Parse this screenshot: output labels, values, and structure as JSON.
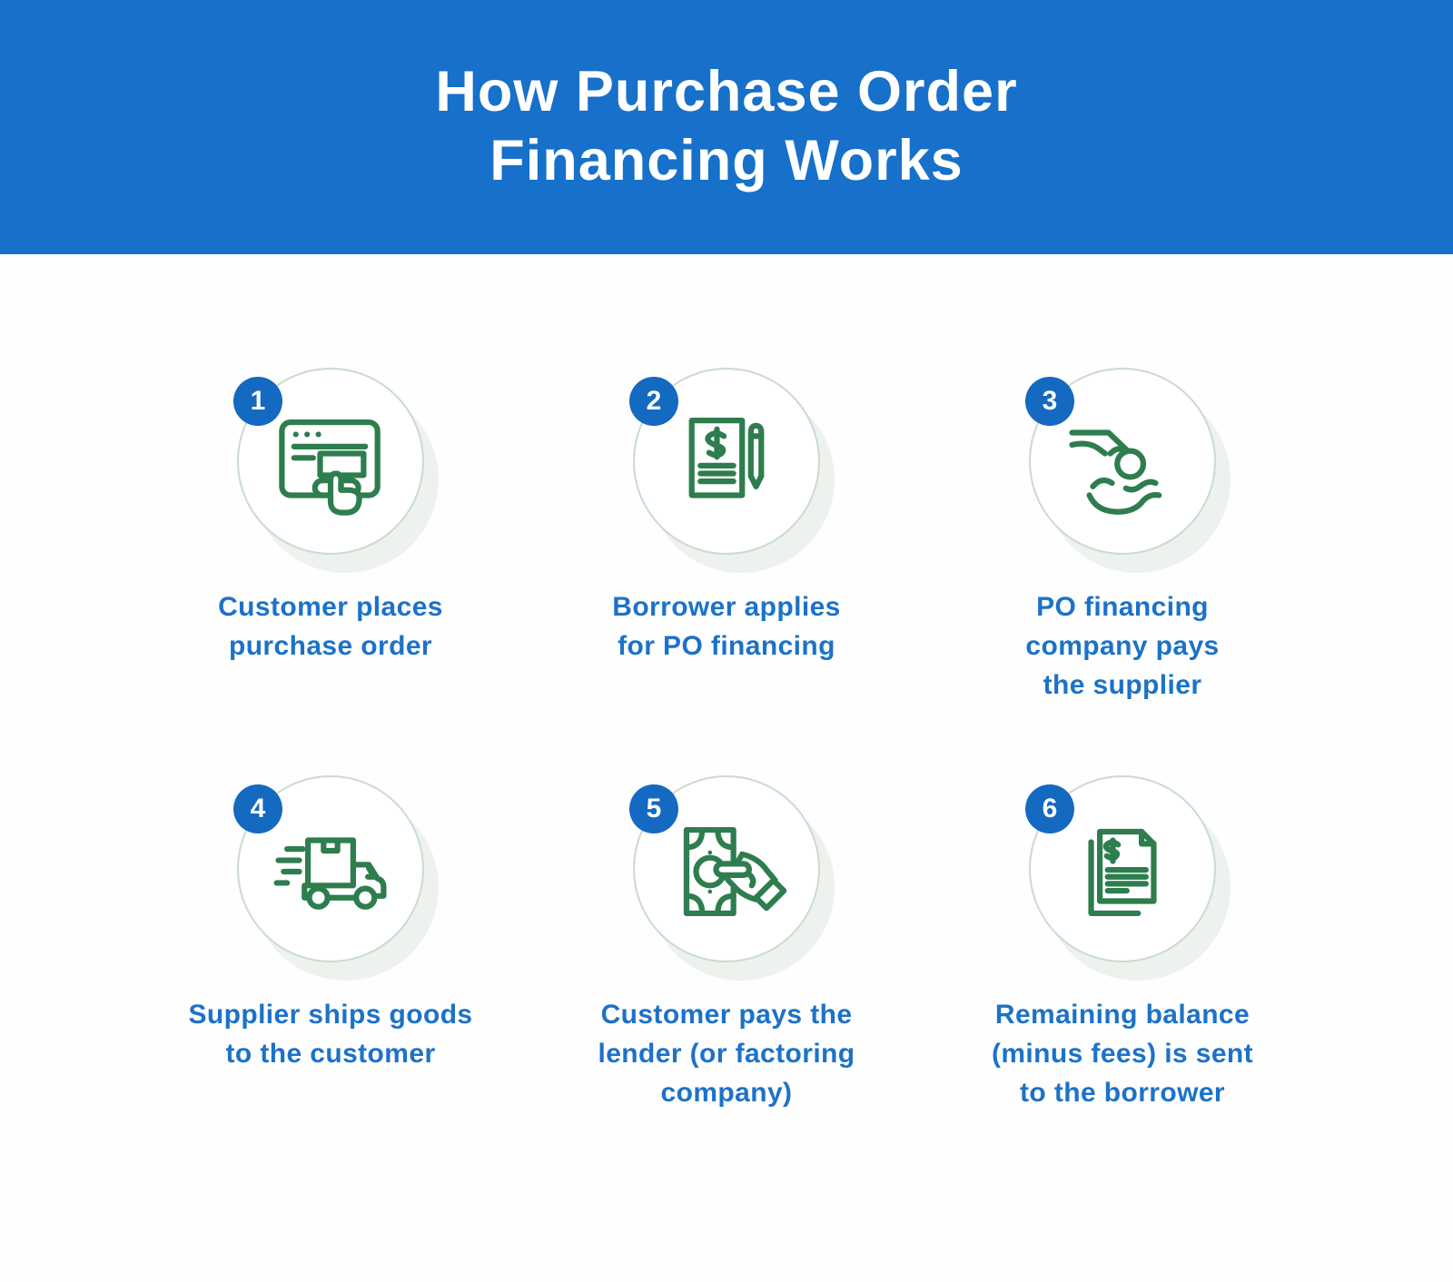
{
  "header": {
    "title": "How Purchase Order\nFinancing Works"
  },
  "steps": [
    {
      "number": "1",
      "icon": "browser-order-click-icon",
      "caption": "Customer places\npurchase order"
    },
    {
      "number": "2",
      "icon": "financing-application-icon",
      "caption": "Borrower applies\nfor PO financing"
    },
    {
      "number": "3",
      "icon": "hand-giving-coin-icon",
      "caption": "PO financing\ncompany pays\nthe supplier"
    },
    {
      "number": "4",
      "icon": "delivery-truck-icon",
      "caption": "Supplier ships goods\nto the customer"
    },
    {
      "number": "5",
      "icon": "hand-paying-cash-icon",
      "caption": "Customer pays the\nlender (or factoring\ncompany)"
    },
    {
      "number": "6",
      "icon": "invoice-documents-icon",
      "caption": "Remaining balance\n(minus fees) is sent\nto the borrower"
    }
  ],
  "colors": {
    "banner_blue": "#1770C9",
    "badge_blue": "#1469C1",
    "caption_blue": "#1C72C8",
    "icon_green": "#2E7D4E",
    "circle_border_green": "#CADCCD",
    "shadow_green": "#EEF2EF",
    "title_white": "#FFFFFF",
    "background": "#FFFFFF"
  }
}
